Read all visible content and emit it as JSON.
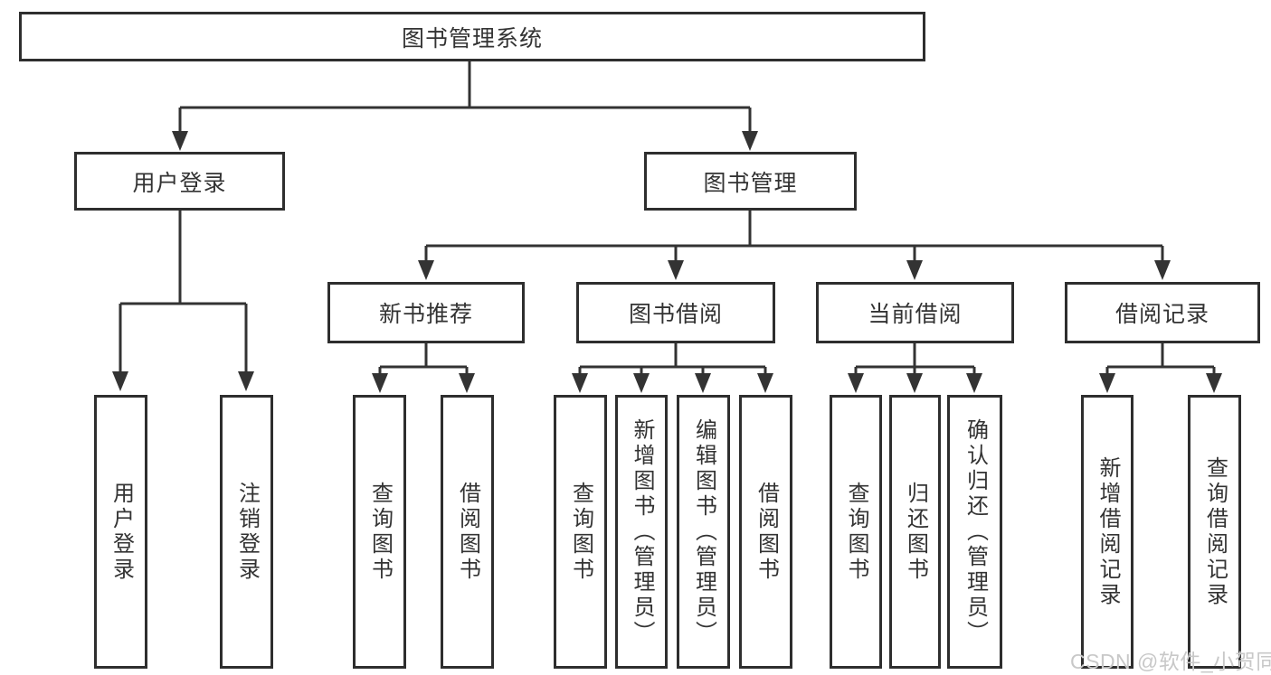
{
  "colors": {
    "line": "#333333",
    "box_border": "#2e2e2e",
    "text": "#333333",
    "box_background": "#ffffff",
    "page_background": "#ffffff",
    "watermark": "#c8c8c8"
  },
  "watermark": "CSDN @软件_小贺同学",
  "diagram": {
    "root": {
      "label": "图书管理系统"
    },
    "level2": [
      {
        "label": "用户登录"
      },
      {
        "label": "图书管理"
      }
    ],
    "user_login_children": [
      {
        "label": "用户登录"
      },
      {
        "label": "注销登录"
      }
    ],
    "book_management_children": [
      {
        "label": "新书推荐"
      },
      {
        "label": "图书借阅"
      },
      {
        "label": "当前借阅"
      },
      {
        "label": "借阅记录"
      }
    ],
    "new_book_children": [
      {
        "label": "查询图书"
      },
      {
        "label": "借阅图书"
      }
    ],
    "book_borrow_children": [
      {
        "label": "查询图书"
      },
      {
        "label": "新增图书（管理员）"
      },
      {
        "label": "编辑图书（管理员）"
      },
      {
        "label": "借阅图书"
      }
    ],
    "current_borrow_children": [
      {
        "label": "查询图书"
      },
      {
        "label": "归还图书"
      },
      {
        "label": "确认归还（管理员）"
      }
    ],
    "borrow_record_children": [
      {
        "label": "新增借阅记录"
      },
      {
        "label": "查询借阅记录"
      }
    ]
  }
}
